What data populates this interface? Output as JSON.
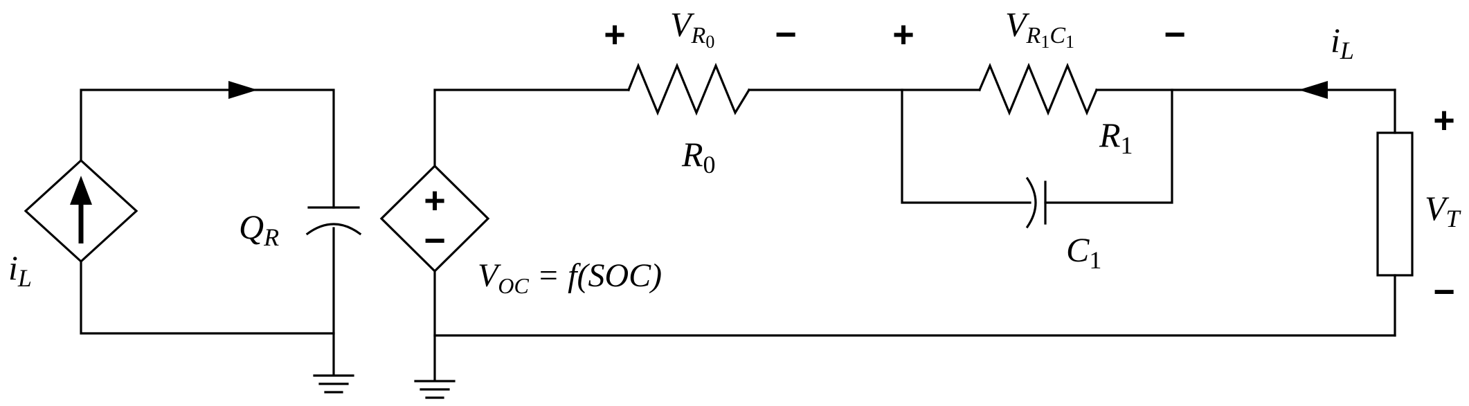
{
  "colors": {
    "line": "#000000",
    "background": "#ffffff"
  },
  "labels": {
    "plus": "+",
    "minus": "−",
    "current_source": {
      "main": "i",
      "sub": "L"
    },
    "capacity": {
      "main": "Q",
      "sub": "R"
    },
    "ocv": {
      "lhs": "V",
      "lhs_sub": "OC",
      "rhs": " = f(SOC)"
    },
    "vr0": {
      "main": "V",
      "sub": "R",
      "subsub": "0"
    },
    "r0": {
      "main": "R",
      "sub": "0"
    },
    "vr1c1": {
      "main": "V",
      "sub1": "R",
      "subsub1": "1",
      "sub2": "C",
      "subsub2": "1"
    },
    "r1": {
      "main": "R",
      "sub": "1"
    },
    "c1": {
      "main": "C",
      "sub": "1"
    },
    "current_right": {
      "main": "i",
      "sub": "L"
    },
    "vt": {
      "main": "V",
      "sub": "T"
    }
  }
}
